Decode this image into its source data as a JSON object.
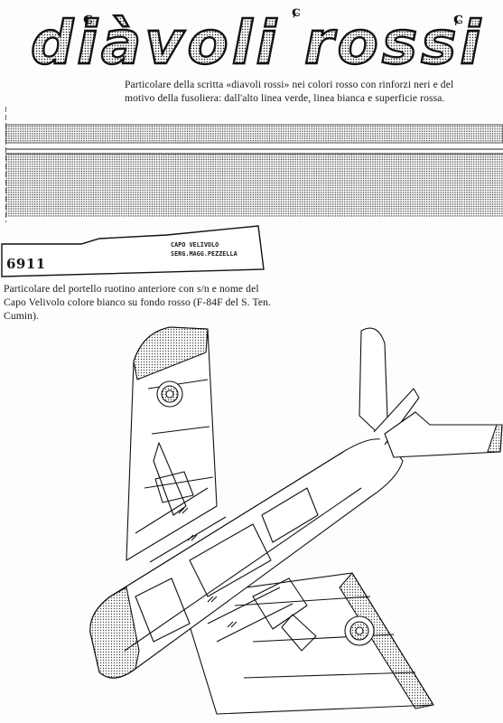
{
  "header": {
    "title": "diàvoli rossi"
  },
  "caption_lettering": "Particolare della scritta «diavoli rossi» nei colori rosso con rinforzi neri e del motivo della fusoliera: dall'alto linea verde, linea bianca e superficie rossa.",
  "door_detail": {
    "serial": "6911",
    "name_line_1": "CAPO VELIVOLO",
    "name_line_2": "SERG.MAGG.PEZZELLA"
  },
  "caption_door": "Particolare del portello ruotino anteriore con s/n e nome del Capo Velivolo colore bianco su fondo rosso (F-84F del S. Ten. Cumin)."
}
